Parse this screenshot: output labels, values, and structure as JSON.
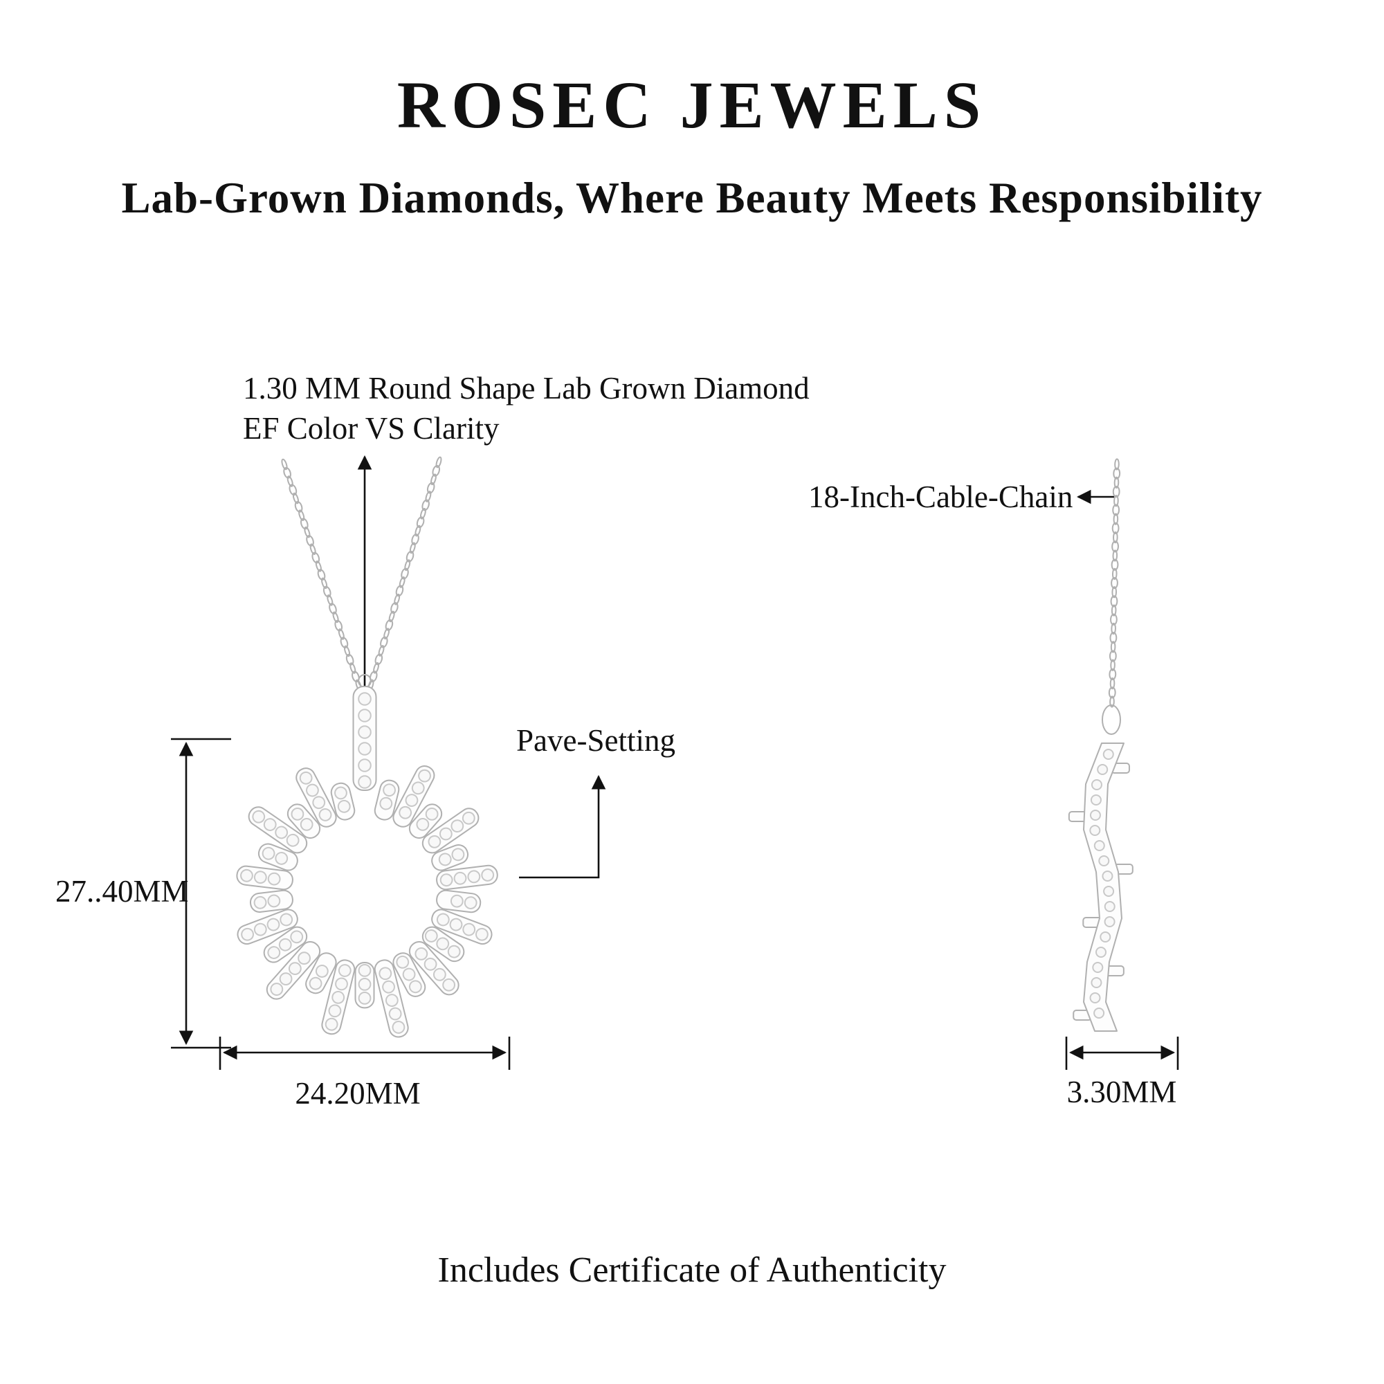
{
  "header": {
    "brand": "ROSEC JEWELS",
    "tagline": "Lab-Grown Diamonds, Where Beauty Meets Responsibility"
  },
  "callouts": {
    "diamond_line1": "1.30 MM Round Shape Lab Grown Diamond",
    "diamond_line2": "EF Color VS Clarity",
    "chain": "18-Inch-Cable-Chain",
    "setting": "Pave-Setting"
  },
  "dimensions": {
    "pendant_height": "27..40MM",
    "pendant_width": "24.20MM",
    "pendant_depth": "3.30MM"
  },
  "footer": {
    "certificate": "Includes Certificate of Authenticity"
  },
  "colors": {
    "text": "#111111",
    "metal_stroke": "#b0b0b0",
    "stone_stroke": "#c8c8c8",
    "metal_fill": "#fdfdfd",
    "stone_fill": "#f8f8f8",
    "background": "#ffffff"
  }
}
